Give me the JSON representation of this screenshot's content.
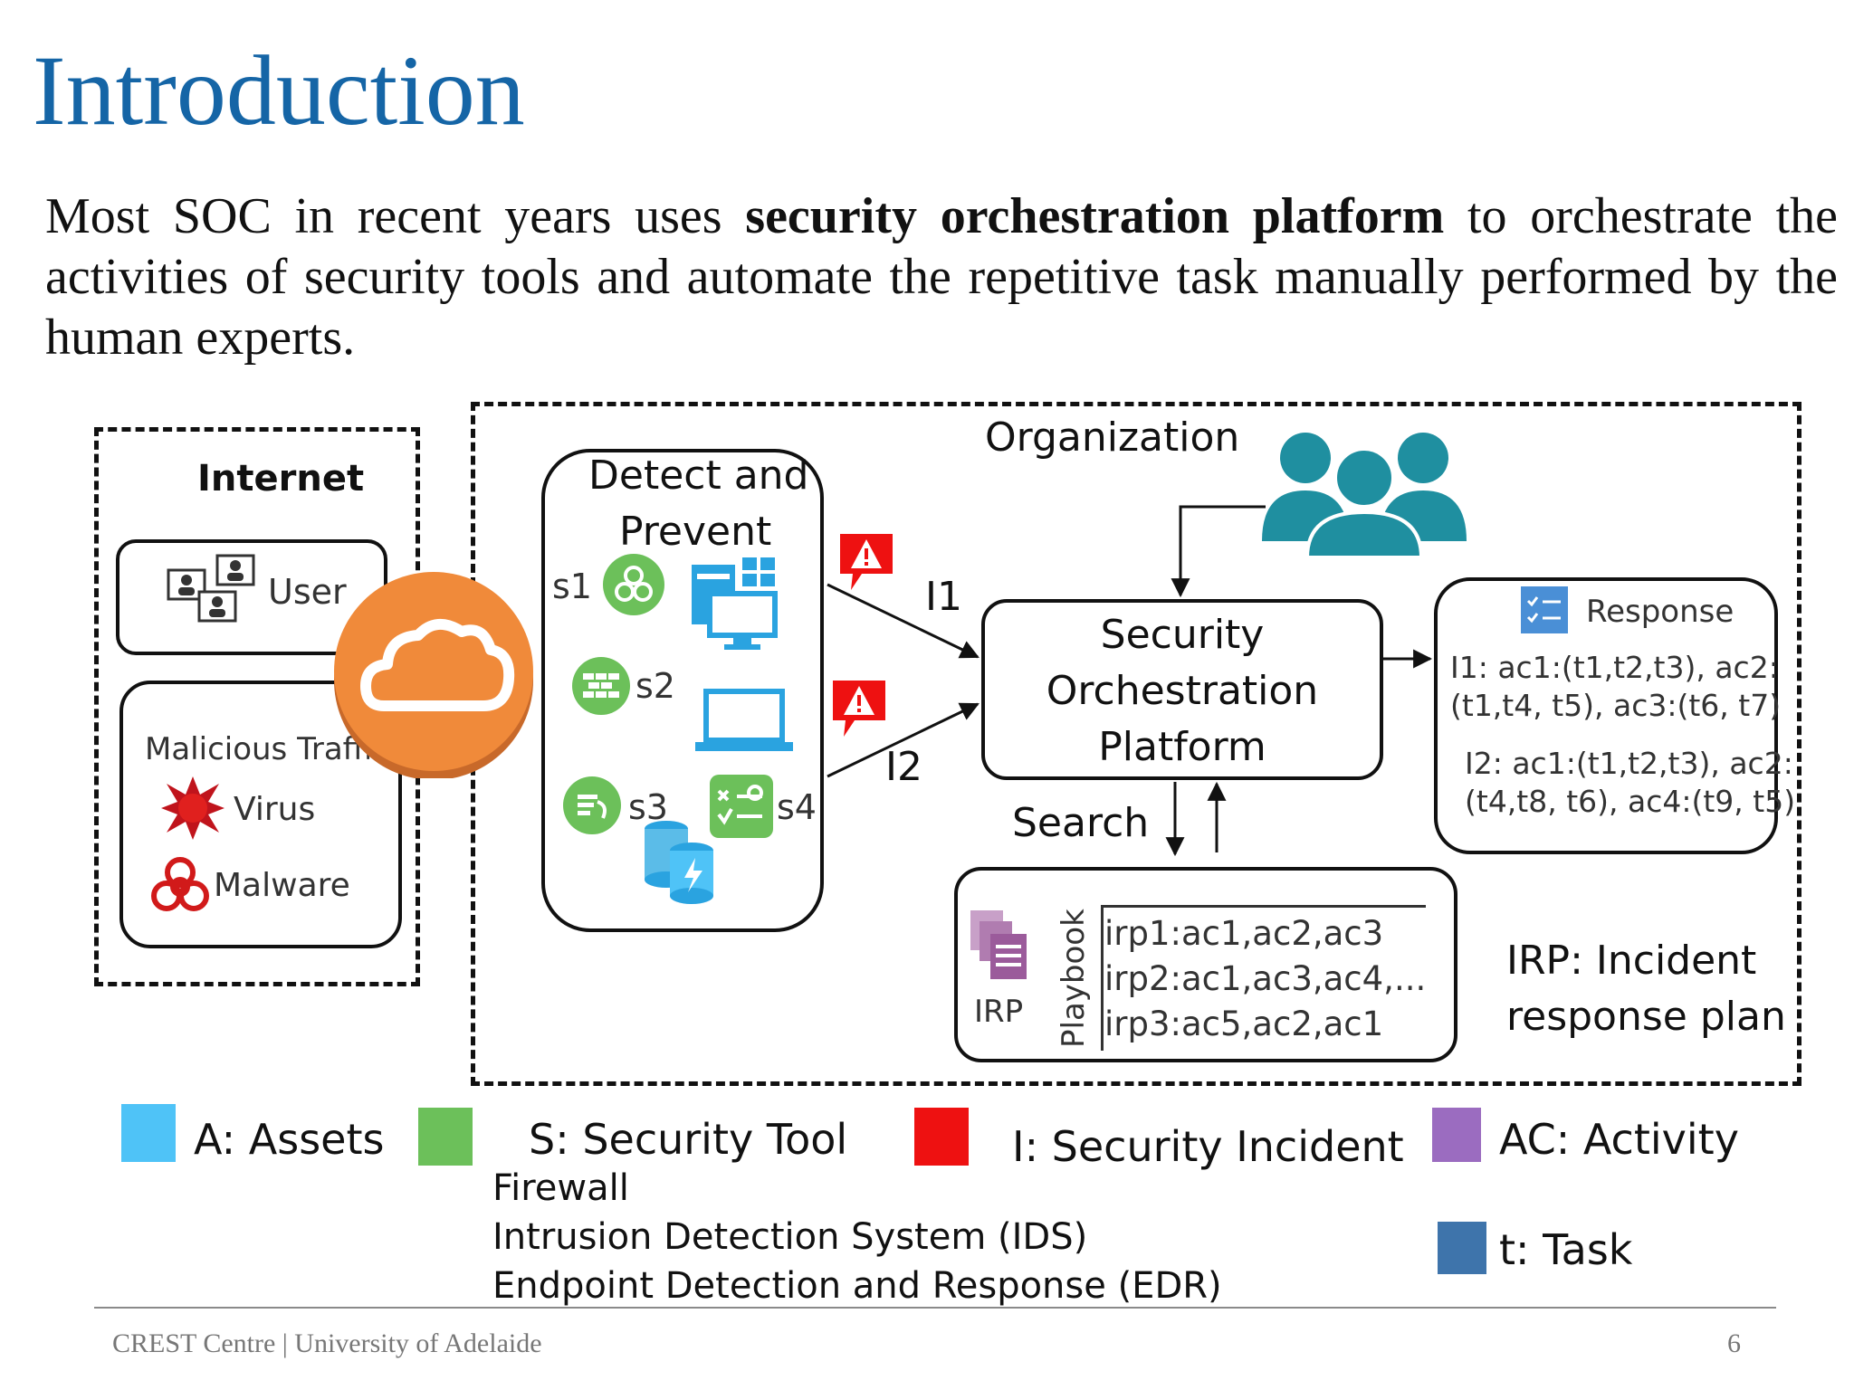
{
  "title": "Introduction",
  "intro": {
    "part1": "Most SOC in recent years uses ",
    "bold": "security orchestration platform",
    "part2": " to orchestrate the activities of security tools and automate the repetitive task manually performed by the human experts."
  },
  "diagram": {
    "internet": {
      "label": "Internet",
      "user_label": "User",
      "malicious_label": "Malicious Traffic",
      "virus_label": "Virus",
      "malware_label": "Malware"
    },
    "organization_label": "Organization",
    "detect_prevent": {
      "line1": "Detect and",
      "line2": "Prevent",
      "s1": "s1",
      "s2": "s2",
      "s3": "s3",
      "s4": "s4"
    },
    "incidents": {
      "i1": "I1",
      "i2": "I2"
    },
    "sop": {
      "line1": "Security",
      "line2": "Orchestration",
      "line3": "Platform"
    },
    "search_label": "Search",
    "response": {
      "title": "Response",
      "lines": [
        "I1: ac1:(t1,t2,t3),  ac2:",
        "(t1,t4, t5), ac3:(t6, t7)",
        "I2: ac1:(t1,t2,t3), ac2:",
        "(t4,t8, t6), ac4:(t9, t5)"
      ]
    },
    "playbook": {
      "irp_label": "IRP",
      "playbook_label": "Playbook",
      "lines": [
        "irp1:ac1,ac2,ac3",
        "irp2:ac1,ac3,ac4,...",
        "irp3:ac5,ac2,ac1"
      ]
    },
    "irp_def": {
      "line1": "IRP: Incident",
      "line2": "response plan"
    }
  },
  "legend": {
    "assets": {
      "label": "A: Assets",
      "color": "#4fc3f7"
    },
    "security_tool": {
      "label": "S: Security Tool",
      "color": "#6cc05a"
    },
    "security_incident": {
      "label": "I: Security Incident",
      "color": "#ee1111"
    },
    "activity": {
      "label": "AC: Activity",
      "color": "#9b6cc0"
    },
    "task": {
      "label": "t: Task",
      "color": "#3e74ab"
    },
    "tool_examples": [
      "Firewall",
      "Intrusion Detection System (IDS)",
      "Endpoint Detection and Response (EDR)"
    ]
  },
  "footer": {
    "text": "CREST Centre | University of Adelaide",
    "page": "6"
  }
}
